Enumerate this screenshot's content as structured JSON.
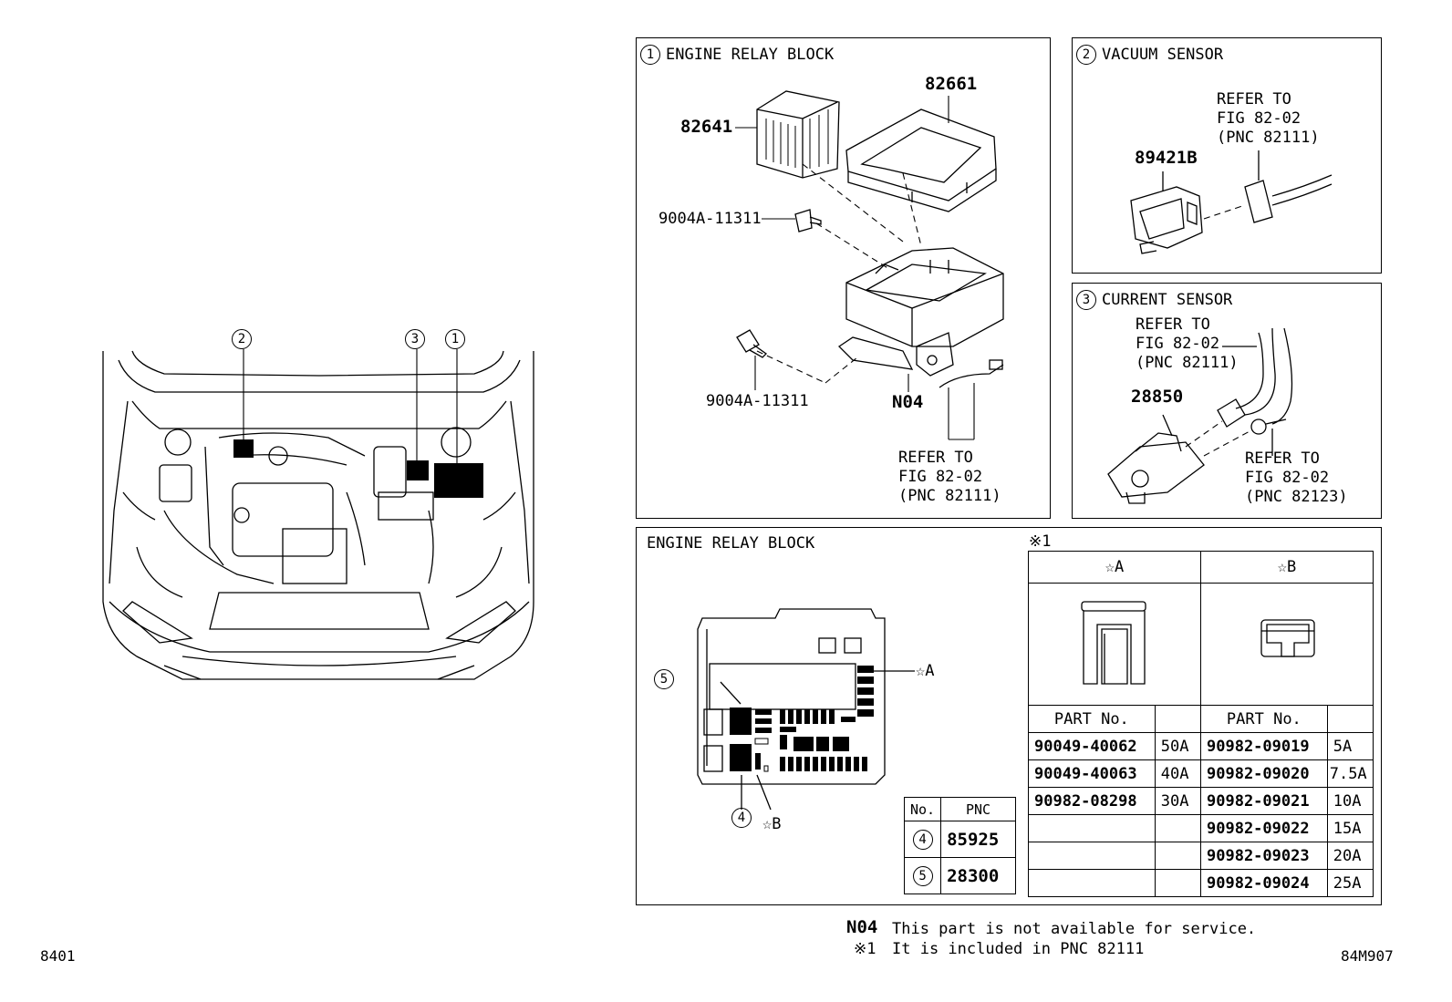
{
  "panels": {
    "engine_relay": {
      "num": "1",
      "title": "ENGINE RELAY BLOCK",
      "parts": {
        "cover": "82661",
        "fuse_holder": "82641",
        "bolt_top": "9004A-11311",
        "bolt_bottom": "9004A-11311",
        "n04": "N04"
      },
      "refer": "REFER TO\nFIG 82-02\n(PNC 82111)"
    },
    "vacuum": {
      "num": "2",
      "title": "VACUUM SENSOR",
      "part": "89421B",
      "refer": "REFER TO\nFIG 82-02\n(PNC 82111)"
    },
    "current": {
      "num": "3",
      "title": "CURRENT SENSOR",
      "part": "28850",
      "refer_top": "REFER TO\nFIG 82-02\n(PNC 82111)",
      "refer_bottom": "REFER TO\nFIG 82-02\n(PNC 82123)"
    },
    "bottom": {
      "title": "ENGINE RELAY BLOCK",
      "mark_star_a": "☆A",
      "mark_star_b": "☆B",
      "mark_4": "4",
      "mark_5": "5",
      "pnc_table": {
        "head_no": "No.",
        "head_pnc": "PNC",
        "rows": [
          {
            "no": "4",
            "pnc": "85925"
          },
          {
            "no": "5",
            "pnc": "28300"
          }
        ]
      },
      "fuse_note": "※1",
      "fuse_table": {
        "head_a": "☆A",
        "head_b": "☆B",
        "part_no_a": "PART No.",
        "part_no_b": "PART No.",
        "rows": [
          {
            "a_part": "90049-40062",
            "a_amp": "50A",
            "b_part": "90982-09019",
            "b_amp": "5A"
          },
          {
            "a_part": "90049-40063",
            "a_amp": "40A",
            "b_part": "90982-09020",
            "b_amp": "7.5A"
          },
          {
            "a_part": "90982-08298",
            "a_amp": "30A",
            "b_part": "90982-09021",
            "b_amp": "10A"
          },
          {
            "a_part": "",
            "a_amp": "",
            "b_part": "90982-09022",
            "b_amp": "15A"
          },
          {
            "a_part": "",
            "a_amp": "",
            "b_part": "90982-09023",
            "b_amp": "20A"
          },
          {
            "a_part": "",
            "a_amp": "",
            "b_part": "90982-09024",
            "b_amp": "25A"
          }
        ]
      }
    }
  },
  "car_callouts": [
    "2",
    "3",
    "1"
  ],
  "notes": {
    "n04_label": "N04",
    "n04_text": "This part is not available for service.",
    "star1_label": "※1",
    "star1_text": "It is included in PNC 82111"
  },
  "figure_id_left": "8401",
  "figure_id_right": "84M907"
}
